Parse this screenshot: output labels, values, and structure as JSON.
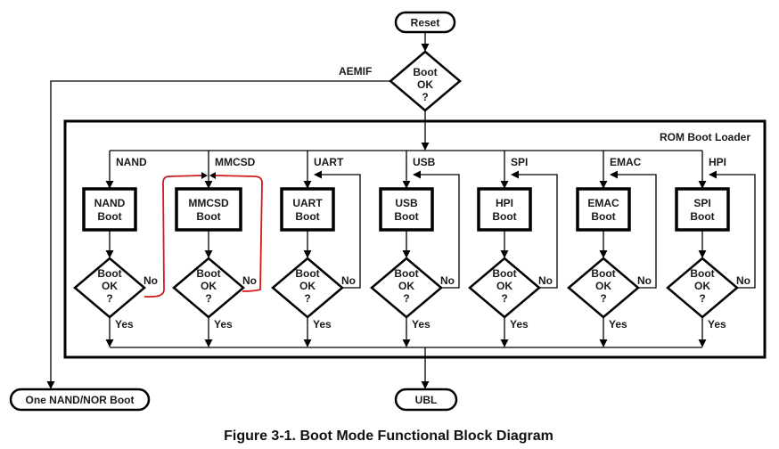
{
  "title": "Figure 3-1. Boot Mode Functional Block Diagram",
  "colors": {
    "line": "#000000",
    "annotation": "#d11a1a",
    "background": "#ffffff"
  },
  "top": {
    "start": "Reset",
    "decision": [
      "Boot",
      "OK",
      "?"
    ],
    "left_branch_label": "AEMIF"
  },
  "frame_label": "ROM Boot Loader",
  "columns": [
    {
      "branch": "NAND",
      "box": [
        "NAND",
        "Boot"
      ],
      "decision": [
        "Boot",
        "OK",
        "?"
      ],
      "no": "No",
      "yes": "Yes",
      "loop": "annotated"
    },
    {
      "branch": "MMCSD",
      "box": [
        "MMCSD",
        "Boot"
      ],
      "decision": [
        "Boot",
        "OK",
        "?"
      ],
      "no": "No",
      "yes": "Yes",
      "loop": "annotated"
    },
    {
      "branch": "UART",
      "box": [
        "UART",
        "Boot"
      ],
      "decision": [
        "Boot",
        "OK",
        "?"
      ],
      "no": "No",
      "yes": "Yes",
      "loop": "self"
    },
    {
      "branch": "USB",
      "box": [
        "USB",
        "Boot"
      ],
      "decision": [
        "Boot",
        "OK",
        "?"
      ],
      "no": "No",
      "yes": "Yes",
      "loop": "self"
    },
    {
      "branch": "SPI",
      "box": [
        "HPI",
        "Boot"
      ],
      "decision": [
        "Boot",
        "OK",
        "?"
      ],
      "no": "No",
      "yes": "Yes",
      "loop": "self"
    },
    {
      "branch": "EMAC",
      "box": [
        "EMAC",
        "Boot"
      ],
      "decision": [
        "Boot",
        "OK",
        "?"
      ],
      "no": "No",
      "yes": "Yes",
      "loop": "self"
    },
    {
      "branch": "HPI",
      "box": [
        "SPI",
        "Boot"
      ],
      "decision": [
        "Boot",
        "OK",
        "?"
      ],
      "no": "No",
      "yes": "Yes",
      "loop": "self"
    }
  ],
  "terminals": {
    "left": "One NAND/NOR Boot",
    "right": "UBL"
  }
}
